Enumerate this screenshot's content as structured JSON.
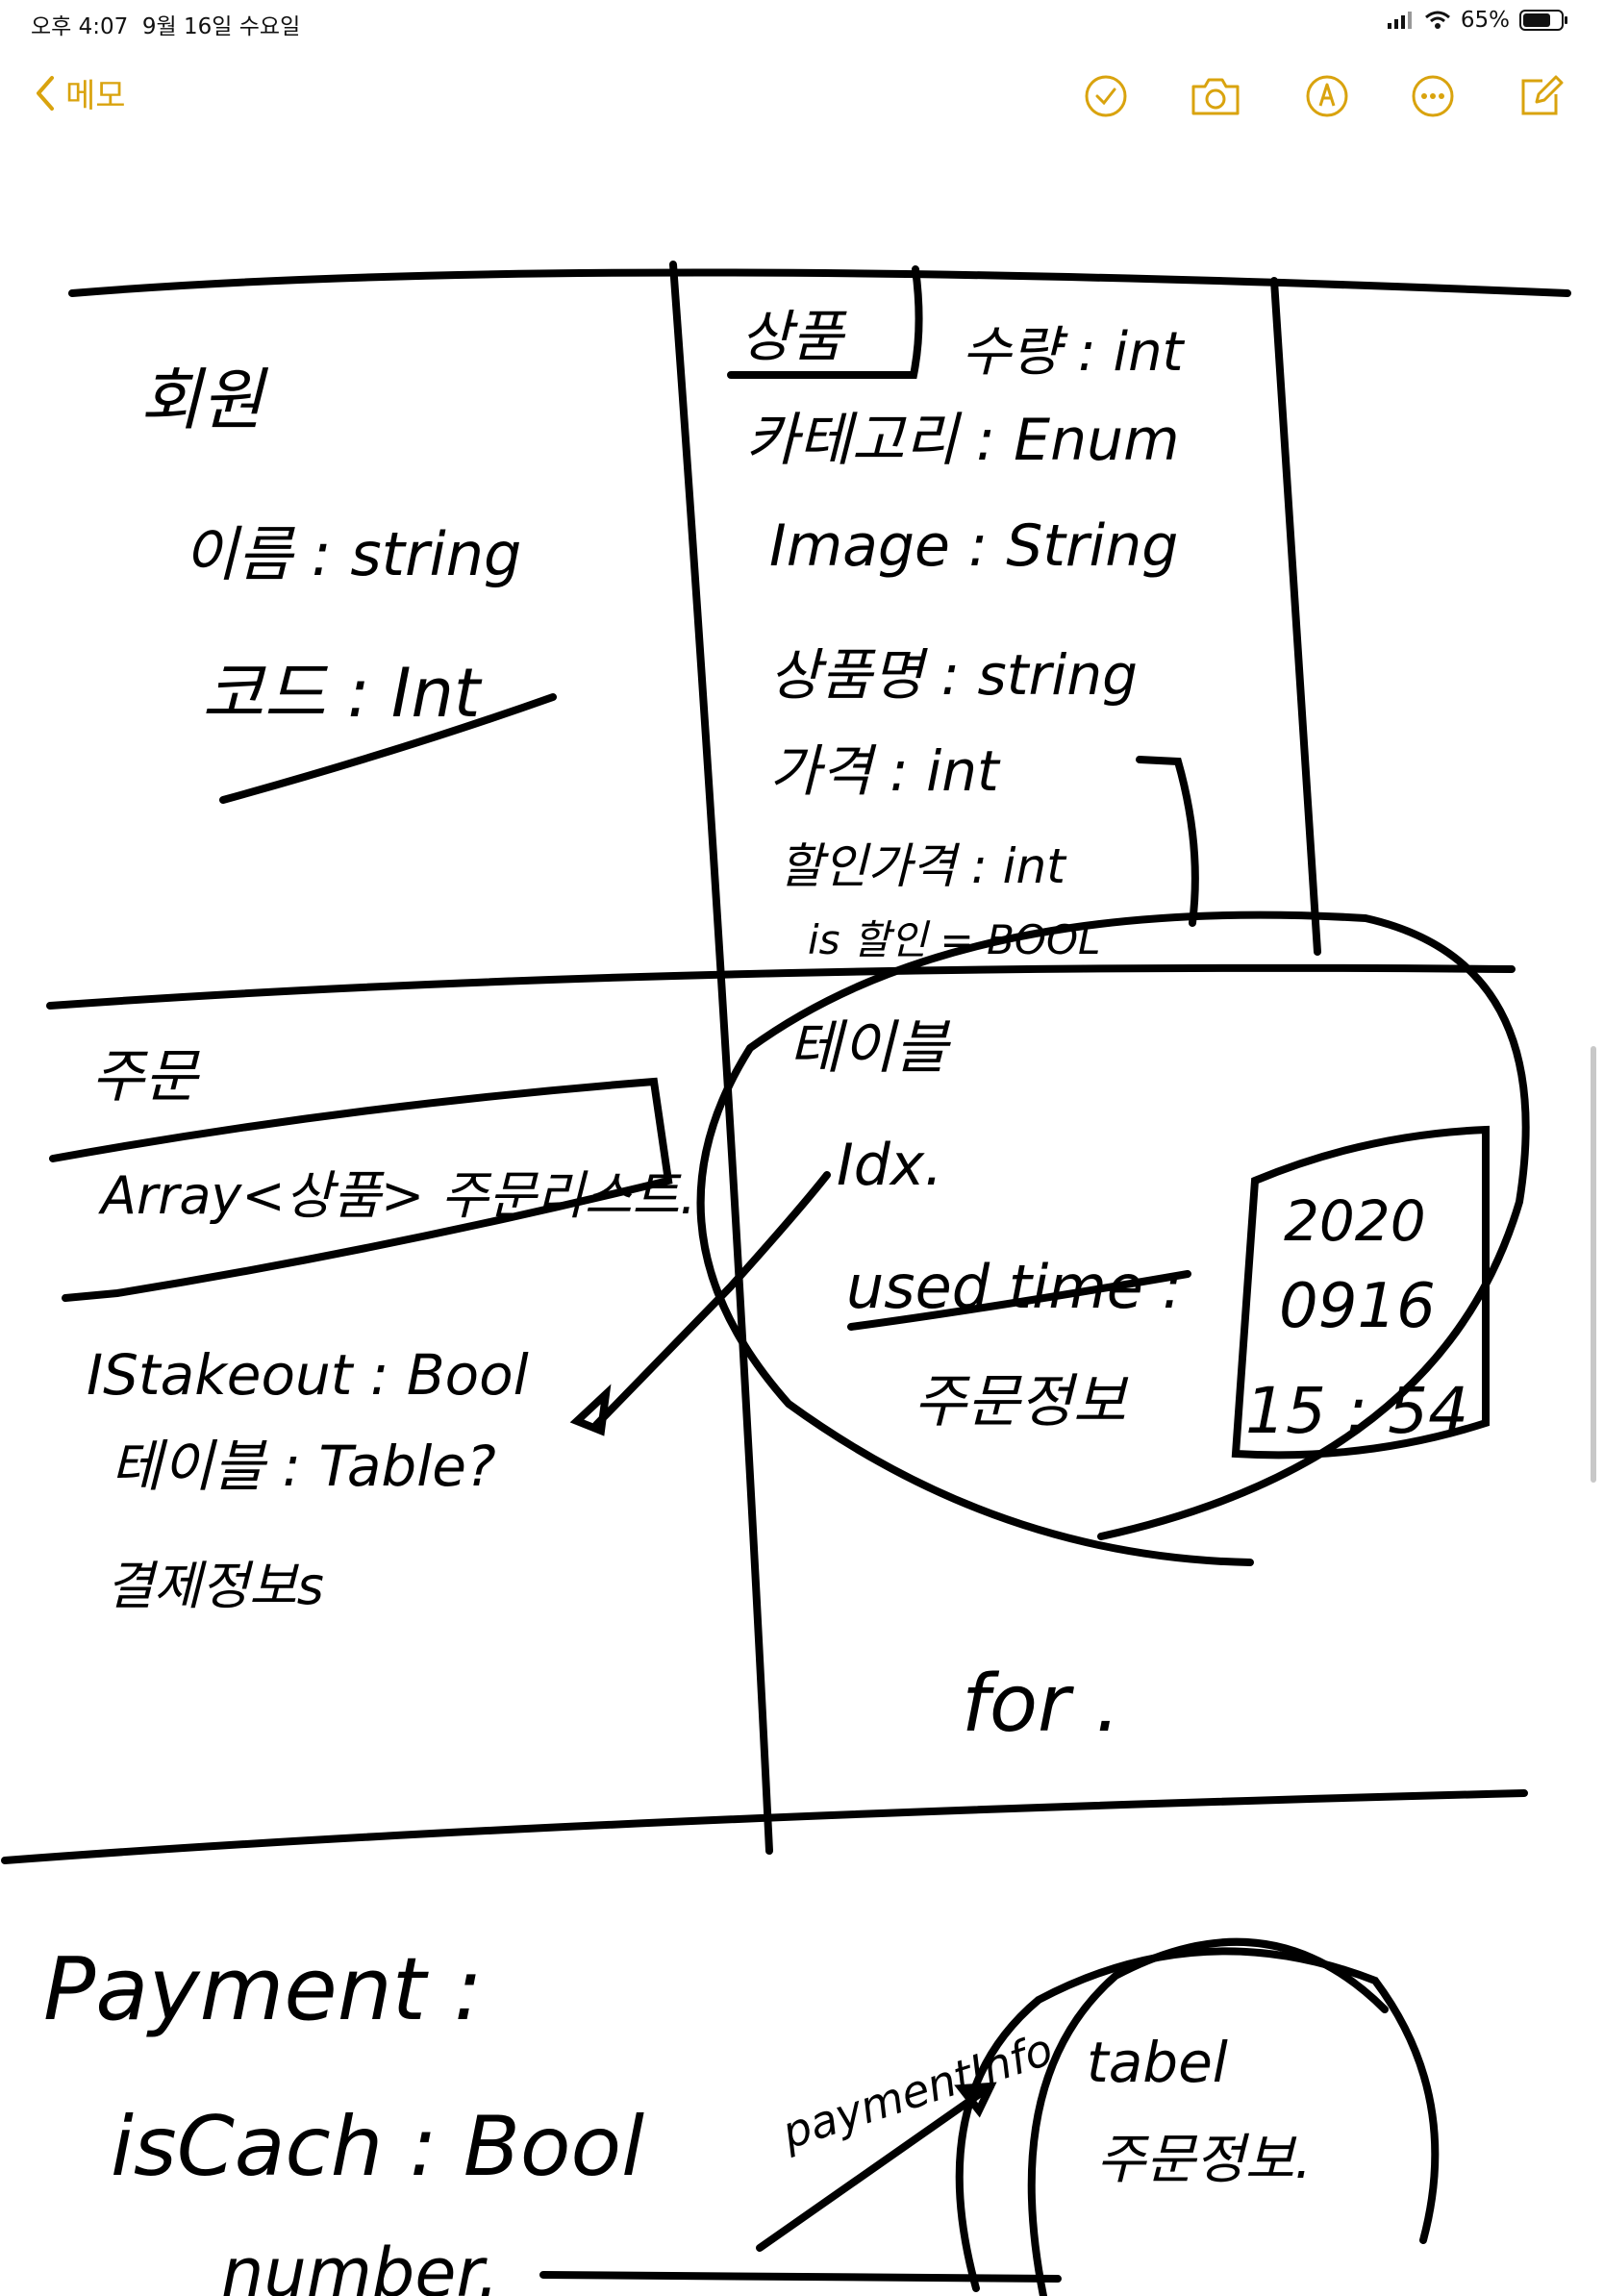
{
  "status_bar": {
    "time": "오후 4:07",
    "date": "9월 16일 수요일",
    "battery": "65%"
  },
  "toolbar": {
    "back_label": "메모",
    "accent_color": "#d9a30e",
    "icons": [
      "checklist-icon",
      "camera-icon",
      "markup-pen-icon",
      "more-icon",
      "compose-icon"
    ]
  },
  "note": {
    "member": {
      "title": "회원",
      "name_field": "이름 : string",
      "code_field": "코드 : Int"
    },
    "product": {
      "title": "상품",
      "quantity": "수량 : int",
      "category": "카테고리 : Enum",
      "image": "Image : String",
      "product_name": "상품명 : string",
      "price": "가격 : int",
      "discount_price": "할인가격 : int",
      "is_discount": "is 할인 = BOOL"
    },
    "order": {
      "title": "주문",
      "list": "Array<상품> 주문리스트.",
      "takeout": "IStakeout : Bool",
      "table": "테이블 : Table?",
      "payment_info": "결제정보s"
    },
    "table": {
      "title": "테이블",
      "idx": "Idx.",
      "used_time": "used time :",
      "order_info": "주문정보",
      "time_year": "2020",
      "time_date": "0916",
      "time_clock": "15 : 54",
      "for_text": "for ."
    },
    "payment": {
      "title": "Payment :",
      "is_cash": "isCach : Bool",
      "number": "number.",
      "payment_label": "paymentInfo",
      "table_label": "tabel",
      "order_info": "주문정보."
    }
  }
}
